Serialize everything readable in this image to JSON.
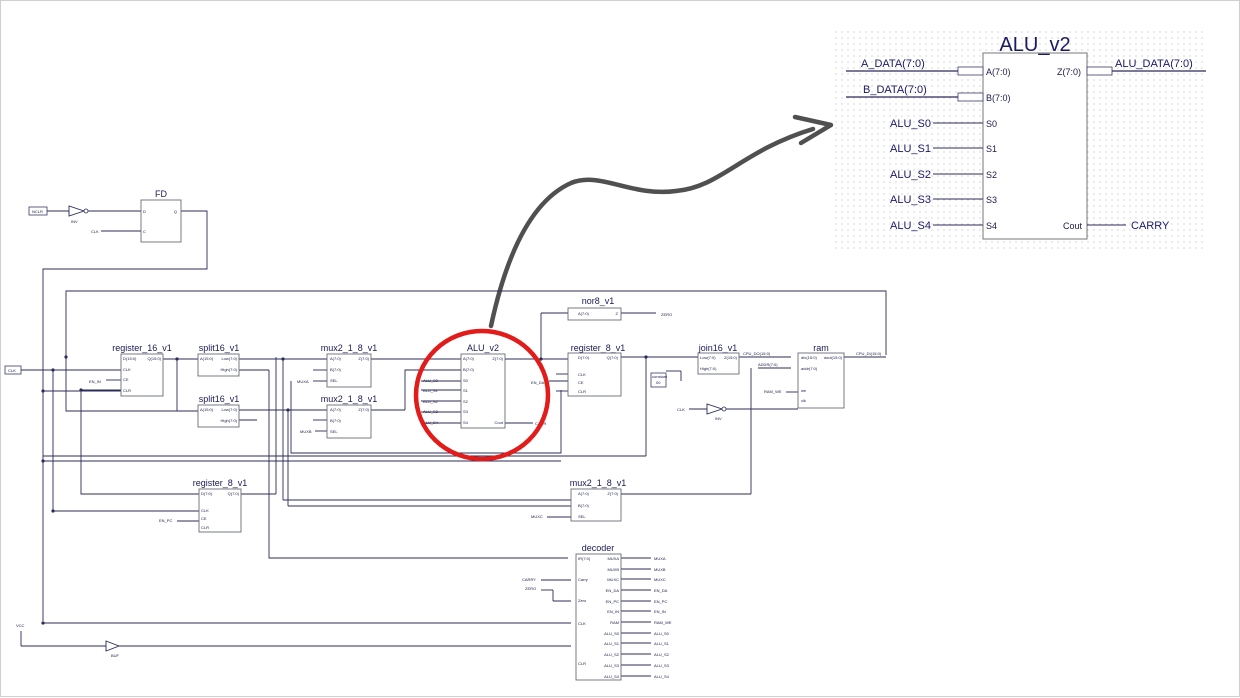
{
  "inset": {
    "title": "ALU_v2",
    "a_data": "A_DATA(7:0)",
    "b_data": "B_DATA(7:0)",
    "alu_data": "ALU_DATA(7:0)",
    "pin_a": "A(7:0)",
    "pin_b": "B(7:0)",
    "pin_z": "Z(7:0)",
    "s0": "ALU_S0",
    "s1": "ALU_S1",
    "s2": "ALU_S2",
    "s3": "ALU_S3",
    "s4": "ALU_S4",
    "pin_s0": "S0",
    "pin_s1": "S1",
    "pin_s2": "S2",
    "pin_s3": "S3",
    "pin_s4": "S4",
    "pin_cout": "Cout",
    "carry": "CARRY"
  },
  "fd": {
    "title": "FD",
    "nclr": "NCLR",
    "inv": "INV",
    "clk": "CLK",
    "pin_d": "D",
    "pin_c": "C",
    "pin_q": "Q"
  },
  "ports": {
    "clk": "CLK",
    "en_in": "EN_IN",
    "vcc": "VCC",
    "buf": "BUF"
  },
  "register16": {
    "title": "register_16_v1",
    "pin_d": "D(15:0)",
    "pin_clk": "CLK",
    "pin_ce": "CE",
    "pin_clr": "CLR",
    "pin_q": "Q(15:0)"
  },
  "split16a": {
    "title": "split16_v1",
    "pin_a": "A(15:0)",
    "pin_low": "Low(7:0)",
    "pin_high": "High(7:0)"
  },
  "split16b": {
    "title": "split16_v1",
    "pin_a": "A(15:0)",
    "pin_low": "Low(7:0)",
    "pin_high": "High(7:0)"
  },
  "muxA": {
    "title": "mux2_1_8_v1",
    "pin_a": "A(7:0)",
    "pin_b": "B(7:0)",
    "pin_sel": "SEL",
    "pin_z": "Z(7:0)",
    "sel_net": "MUXA"
  },
  "muxB": {
    "title": "mux2_1_8_v1",
    "pin_a": "A(7:0)",
    "pin_b": "B(7:0)",
    "pin_sel": "SEL",
    "pin_z": "Z(7:0)",
    "sel_net": "MUXB"
  },
  "alu": {
    "title": "ALU_v2",
    "pin_a": "A(7:0)",
    "pin_b": "B(7:0)",
    "pin_s0": "S0",
    "pin_s1": "S1",
    "pin_s2": "S2",
    "pin_s3": "S3",
    "pin_s4": "S4",
    "pin_z": "Z(7:0)",
    "pin_cout": "Cout",
    "net_s0": "ALU_S0",
    "net_s1": "ALU_S1",
    "net_s2": "ALU_S2",
    "net_s3": "ALU_S3",
    "net_s4": "ALU_S4",
    "net_carry": "CARR"
  },
  "nor8": {
    "title": "nor8_v1",
    "pin_a": "A(7:0)",
    "pin_z": "Z",
    "zero": "ZERO"
  },
  "reg8a": {
    "title": "register_8_v1",
    "pin_d": "D(7:0)",
    "pin_clk": "CLK",
    "pin_ce": "CE",
    "pin_clr": "CLR",
    "pin_q": "Q(7:0)",
    "en_da": "EN_DA"
  },
  "join16": {
    "title": "join16_v1",
    "pin_low": "Low(7:0)",
    "pin_high": "High(7:0)",
    "pin_z": "Z(15:0)",
    "constant": "constant",
    "constant_val": "00",
    "cpu_do": "CPU_DO(15:0)",
    "addr": "ADDR(7:0)"
  },
  "ram": {
    "title": "ram",
    "pin_din": "din(15:0)",
    "pin_addr": "addr(7:0)",
    "pin_we": "we",
    "pin_clk": "clk",
    "pin_dout": "dout(15:0)",
    "cpu_di": "CPU_DI(15:0)",
    "ram_we": "RAM_WE",
    "clk": "CLK",
    "inv": "INV"
  },
  "reg8b": {
    "title": "register_8_v1",
    "pin_d": "D(7:0)",
    "pin_clk": "CLK",
    "pin_ce": "CE",
    "pin_clr": "CLR",
    "pin_q": "Q(7:0)",
    "en_pc": "EN_PC"
  },
  "muxC": {
    "title": "mux2_1_8_v1",
    "pin_a": "A(7:0)",
    "pin_b": "B(7:0)",
    "pin_sel": "SEL",
    "pin_z": "Z(7:0)",
    "sel_net": "MUXC"
  },
  "decoder": {
    "title": "decoder",
    "pin_ir": "IR(7:0)",
    "pin_carry": "Carry",
    "pin_zero": "Zero",
    "pin_clk": "CLK",
    "pin_clr": "CLR",
    "carry": "CARRY",
    "zero": "ZERO",
    "out_pins": [
      "MUXA",
      "MUXB",
      "MUXC",
      "EN_DA",
      "EN_PC",
      "EN_IN",
      "RAM",
      "ALU_S0",
      "ALU_S1",
      "ALU_S2",
      "ALU_S3",
      "ALU_S4"
    ],
    "out_nets": [
      "MUXA",
      "MUXB",
      "MUXC",
      "EN_DA",
      "EN_PC",
      "EN_IN",
      "RAM_WE",
      "ALU_S0",
      "ALU_S1",
      "ALU_S2",
      "ALU_S3",
      "ALU_S4"
    ]
  }
}
